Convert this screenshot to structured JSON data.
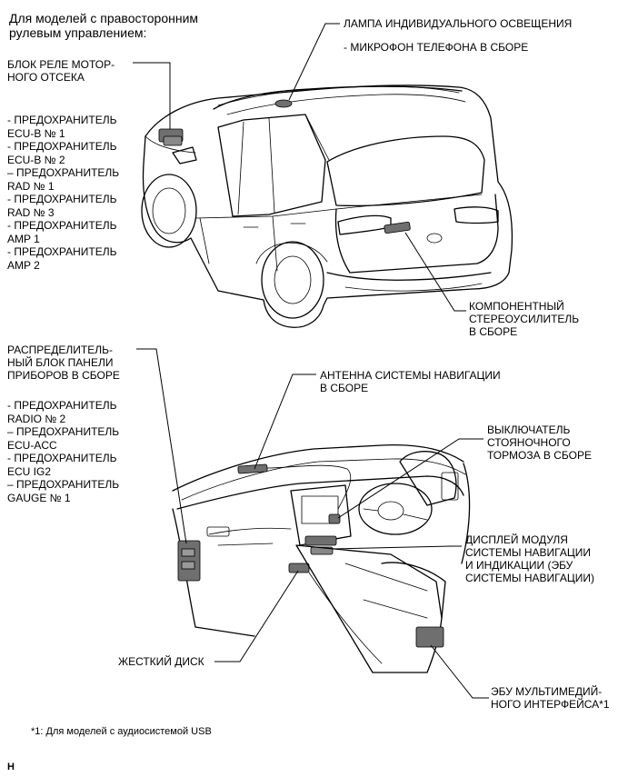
{
  "header": {
    "steering_note": "Для моделей с правосторонним\nрулевым управлением:"
  },
  "vehicle_labels": {
    "room_lamp": "ЛАМПА ИНДИВИДУАЛЬНОГО ОСВЕЩЕНИЯ",
    "microphone": "- МИКРОФОН ТЕЛЕФОНА В СБОРЕ",
    "engine_relay_block": "БЛОК РЕЛЕ МОТОР-\nНОГО ОТСЕКА",
    "engine_fuses": "- ПРЕДОХРАНИТЕЛЬ\nECU-B № 1\n- ПРЕДОХРАНИТЕЛЬ\nECU-B № 2\n– ПРЕДОХРАНИТЕЛЬ\nRAD № 1\n- ПРЕДОХРАНИТЕЛЬ\nRAD № 3\n- ПРЕДОХРАНИТЕЛЬ\nAMP 1\n- ПРЕДОХРАНИТЕЛЬ\nAMP 2",
    "stereo_amplifier": "КОМПОНЕНТНЫЙ\nСТЕРЕОУСИЛИТЕЛЬ\nВ СБОРЕ"
  },
  "interior_labels": {
    "instrument_junction_block": "РАСПРЕДЕЛИТЕЛЬ-\nНЫЙ БЛОК ПАНЕЛИ\nПРИБОРОВ В СБОРЕ",
    "junction_fuses": "- ПРЕДОХРАНИТЕЛЬ\nRADIO № 2\n– ПРЕДОХРАНИТЕЛЬ\nECU-ACC\n- ПРЕДОХРАНИТЕЛЬ\nECU IG2\n– ПРЕДОХРАНИТЕЛЬ\nGAUGE № 1",
    "navigation_antenna": "АНТЕННА СИСТЕМЫ НАВИГАЦИИ\nВ СБОРЕ",
    "parking_brake_switch": "ВЫКЛЮЧАТЕЛЬ\nСТОЯНОЧНОГО\nТОРМОЗА В СБОРЕ",
    "navigation_display": "ДИСПЛЕЙ МОДУЛЯ\nСИСТЕМЫ НАВИГАЦИИ\nИ ИНДИКАЦИИ (ЭБУ\nСИСТЕМЫ НАВИГАЦИИ)",
    "hard_disk": "ЖЕСТКИЙ ДИСК",
    "multimedia_ecu": "ЭБУ МУЛЬТИМЕДИЙ-\nНОГО ИНТЕРФЕЙСА*1"
  },
  "footnote": "*1: Для моделей с аудиосистемой USB",
  "figure_code": "H"
}
